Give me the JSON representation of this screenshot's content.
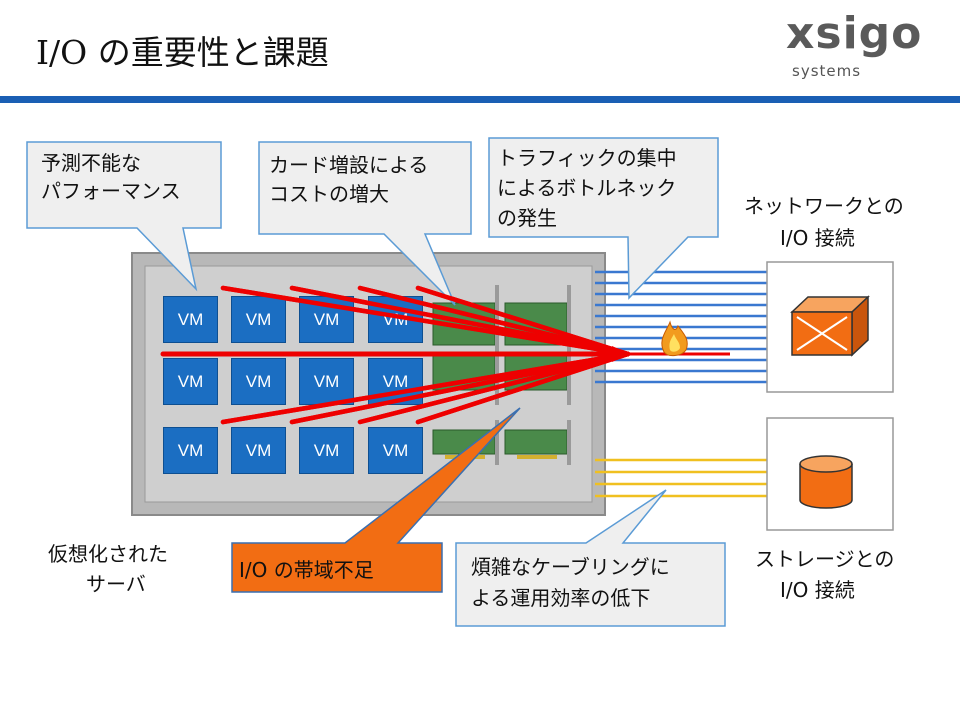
{
  "title": "I/O の重要性と課題",
  "logo": {
    "main": "xsigo",
    "sub": "systems"
  },
  "vms": [
    "VM",
    "VM",
    "VM",
    "VM",
    "VM",
    "VM",
    "VM",
    "VM",
    "VM",
    "VM",
    "VM",
    "VM"
  ],
  "callouts": {
    "unpredictable": [
      "予測不能な",
      "パフォーマンス"
    ],
    "card_cost": [
      "カード増設による",
      "コストの増大"
    ],
    "bottleneck": [
      "トラフィックの集中",
      "によるボトルネック",
      "の発生"
    ],
    "bandwidth": "I/O の帯域不足",
    "cabling": [
      "煩雑なケーブリングに",
      "よる運用効率の低下"
    ]
  },
  "labels": {
    "server": [
      "仮想化された",
      "サーバ"
    ],
    "network": [
      "ネットワークとの",
      "I/O 接続"
    ],
    "storage": [
      "ストレージとの",
      "I/O 接続"
    ]
  },
  "colors": {
    "accent_blue": "#1a5fb4",
    "vm_blue": "#1b6ec2",
    "arrow_red": "#ee0000",
    "orange": "#f26d13",
    "cable_blue": "#3a78d0",
    "cable_gold": "#f0c020"
  },
  "icons": {
    "network_box": "network-switch-icon",
    "storage": "storage-cylinder-icon",
    "fire": "fire-icon"
  }
}
